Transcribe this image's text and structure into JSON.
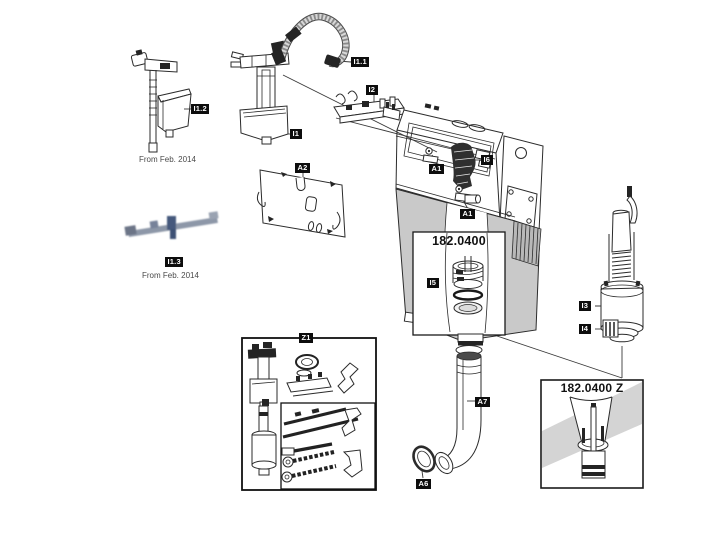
{
  "diagram": {
    "title": "Concealed cistern exploded parts diagram",
    "callouts": {
      "i1": "I1",
      "i1_1": "I1.1",
      "i1_2": "I1.2",
      "i1_3": "I1.3",
      "i2": "I2",
      "i3": "I3",
      "i4": "I4",
      "i5": "I5",
      "i6": "I6",
      "a1": "A1",
      "a2": "A2",
      "a6": "A6",
      "a7": "A7",
      "z1": "Z1"
    },
    "product_codes": {
      "main": "182.0400",
      "z_variant": "182.0400 Z"
    },
    "notes": {
      "from_feb_2014": "From Feb. 2014"
    },
    "colors": {
      "line": "#2b2b2b",
      "panel_gray": "#c9c9c9",
      "corrugation_gray": "#b8b8b8",
      "band_gray": "#d4d4d4",
      "label_bg": "#0d0d0d",
      "label_text": "#ffffff",
      "photo_blue": "#49597c"
    }
  }
}
